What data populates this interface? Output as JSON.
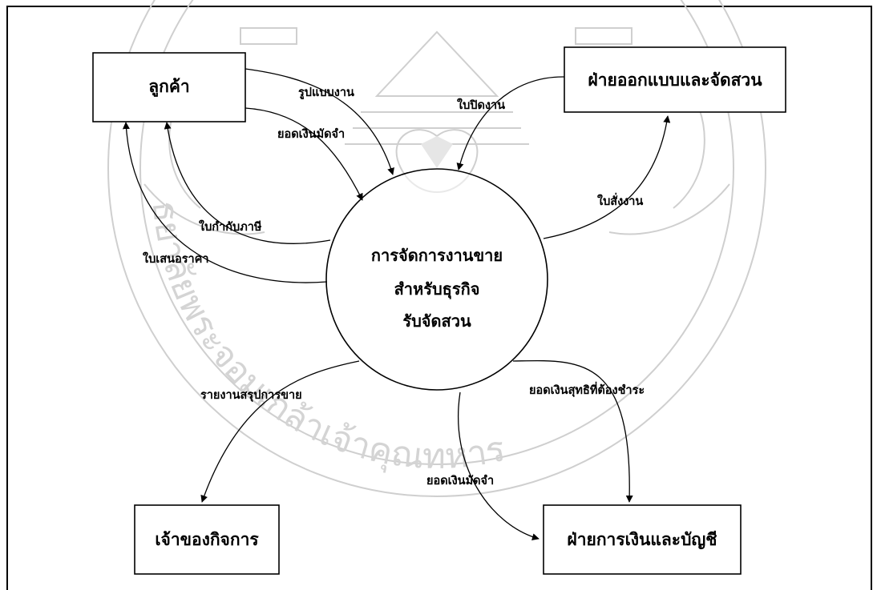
{
  "process": {
    "lines": [
      "การจัดการงานขาย",
      "สำหรับธุรกิจ",
      "รับจัดสวน"
    ]
  },
  "entities": {
    "customer": "ลูกค้า",
    "design_dept": "ฝ่ายออกแบบและจัดสวน",
    "owner": "เจ้าของกิจการ",
    "finance_dept": "ฝ่ายการเงินและบัญชี"
  },
  "flows": {
    "design_pattern": "รูปแบบงาน",
    "deposit_in": "ยอดเงินมัดจำ",
    "job_close": "ใบปิดงาน",
    "work_order": "ใบสั่งงาน",
    "tax_invoice": "ใบกำกับภาษี",
    "quotation": "ใบเสนอราคา",
    "sales_report": "รายงานสรุปการขาย",
    "net_payable": "ยอดเงินสุทธิที่ต้องชำระ",
    "deposit_out": "ยอดเงินมัดจำ"
  },
  "watermark": {
    "text": "ธยาลัยพระจอมเกล้าเจ้าคุณทหาร"
  },
  "colors": {
    "line": "#000000",
    "watermark": "#d0d0d0",
    "background": "#ffffff"
  }
}
